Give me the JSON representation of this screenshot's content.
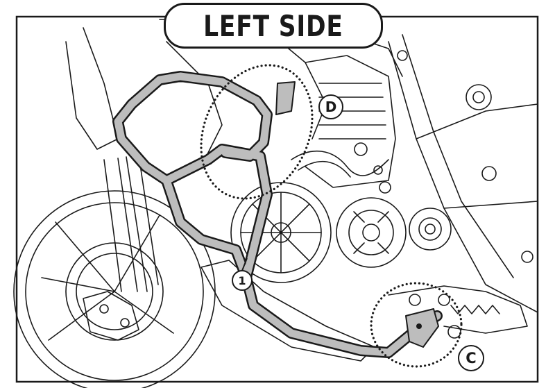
{
  "title": "LEFT SIDE",
  "callouts": {
    "d": "D",
    "c": "C",
    "part_1": "1"
  },
  "colors": {
    "line": "#1a1a1a",
    "crash_bar": "#bdbdbd",
    "background": "#ffffff"
  }
}
